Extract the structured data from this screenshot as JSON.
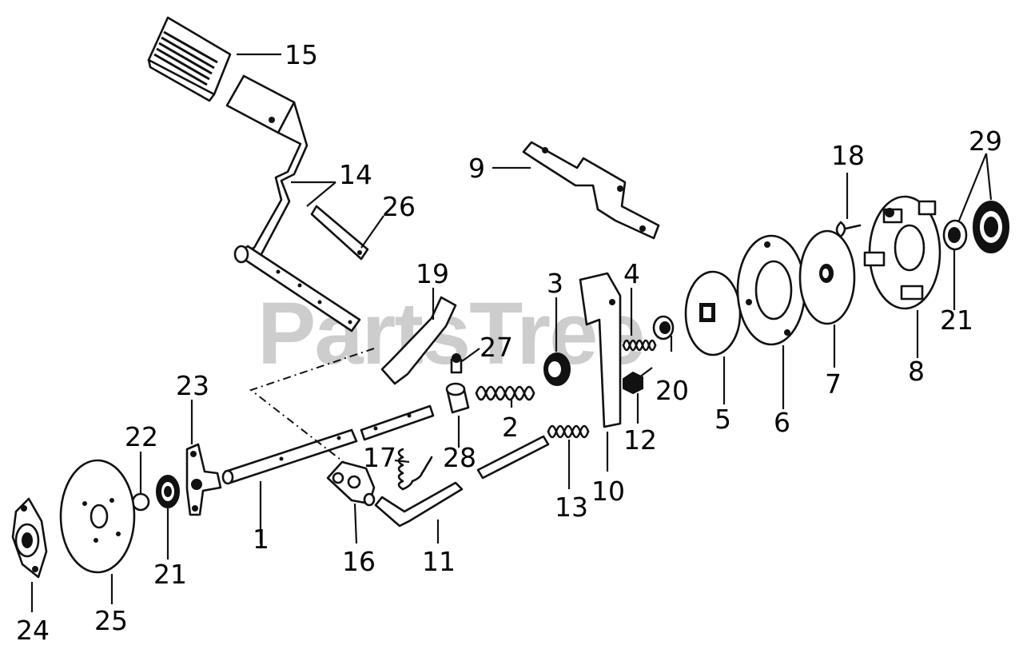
{
  "watermark": {
    "text": "PartsTree",
    "trademark": "™"
  },
  "callouts": {
    "c1": "1",
    "c2": "2",
    "c3": "3",
    "c4": "4",
    "c5": "5",
    "c6": "6",
    "c7": "7",
    "c8": "8",
    "c9": "9",
    "c10": "10",
    "c11": "11",
    "c12": "12",
    "c13": "13",
    "c14": "14",
    "c15": "15",
    "c16": "16",
    "c17": "17",
    "c18": "18",
    "c19": "19",
    "c20": "20",
    "c21a": "21",
    "c21b": "21",
    "c22": "22",
    "c23": "23",
    "c24": "24",
    "c25": "25",
    "c26": "26",
    "c27": "27",
    "c28": "28",
    "c29": "29"
  }
}
